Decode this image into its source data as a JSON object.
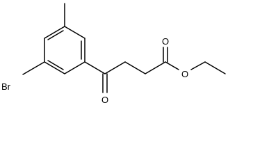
{
  "molecule": {
    "atoms": {
      "br": "Br",
      "o_ketone": "O",
      "o_carbonyl": "O",
      "o_ester": "O"
    },
    "colors": {
      "bond": "#000000",
      "text": "#000000",
      "background": "#ffffff"
    }
  }
}
